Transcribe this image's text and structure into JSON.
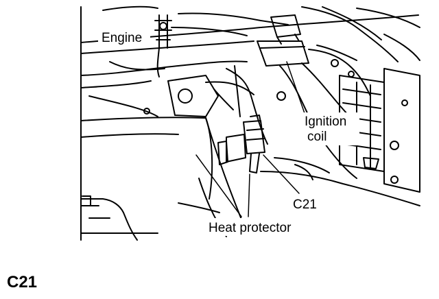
{
  "labels": {
    "engine": "Engine",
    "ignition_line1": "Ignition",
    "ignition_line2": "coil",
    "connector": "C21",
    "heat_protector": "Heat protector"
  },
  "caption": "C21",
  "colors": {
    "ink": "#000000",
    "paper": "#ffffff"
  }
}
